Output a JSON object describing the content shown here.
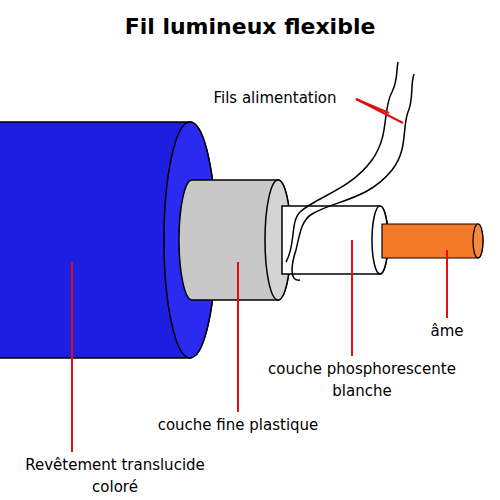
{
  "diagram": {
    "title": "Fil lumineux flexible",
    "labels": [
      "Fils alimentation",
      "âme",
      "couche phosphorescente blanche",
      "couche fine plastique",
      "Revêtement translucide coloré"
    ]
  }
}
